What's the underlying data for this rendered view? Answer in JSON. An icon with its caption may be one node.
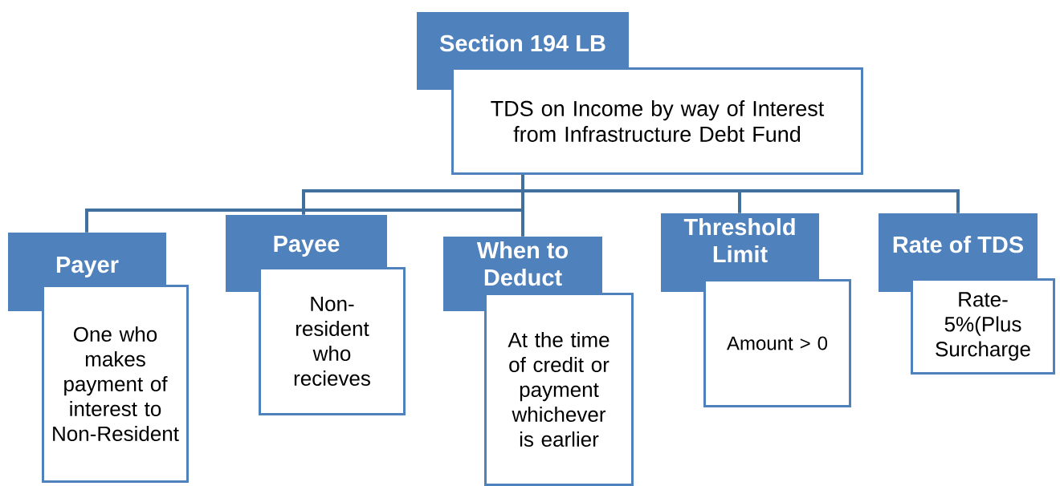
{
  "diagram": {
    "nodes": [
      {
        "text": [
          "Section 194 LB"
        ]
      },
      {
        "text": [
          "TDS on Income by way of Interest from Infrastructure Debt Fund"
        ]
      },
      {
        "text": [
          "Payer"
        ]
      },
      {
        "text": [
          "One who makes payment of interest to Non-Resident"
        ]
      },
      {
        "text": [
          "Payee"
        ]
      },
      {
        "text": [
          "Non-resident who recieves"
        ]
      },
      {
        "text": [
          "When to Deduct"
        ]
      },
      {
        "text": [
          "At the time of credit or payment whichever is earlier"
        ]
      },
      {
        "text": [
          "Threshold Limit"
        ]
      },
      {
        "text": [
          "Amount > 0"
        ]
      },
      {
        "text": [
          "Rate of TDS"
        ]
      },
      {
        "text": [
          "Rate-5%(Plus Surcharge"
        ]
      }
    ],
    "edges": [
      {
        "from": 1,
        "to": 2,
        "arrow": "none"
      },
      {
        "from": 1,
        "to": 4,
        "arrow": "none"
      },
      {
        "from": 1,
        "to": 6,
        "arrow": "none"
      },
      {
        "from": 1,
        "to": 8,
        "arrow": "none"
      },
      {
        "from": 1,
        "to": 10,
        "arrow": "none"
      }
    ]
  }
}
